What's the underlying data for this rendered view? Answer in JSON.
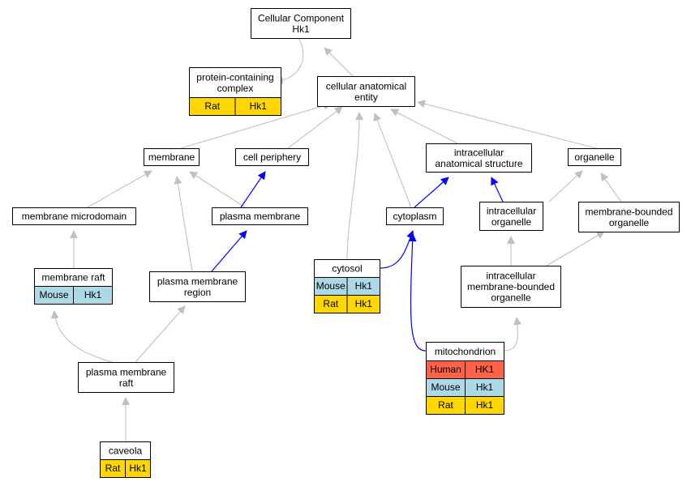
{
  "colors": {
    "edge_gray": "#c0c0c0",
    "edge_blue": "#0000ff",
    "human": "#ff6347",
    "mouse": "#add8e6",
    "rat": "#ffd700"
  },
  "nodes": {
    "cellular_component": [
      "Cellular Component",
      "Hk1"
    ],
    "protein_containing_complex": [
      "protein-containing",
      "complex"
    ],
    "cellular_anatomical_entity": [
      "cellular anatomical",
      "entity"
    ],
    "membrane": [
      "membrane"
    ],
    "cell_periphery": [
      "cell periphery"
    ],
    "intracellular_anatomical_structure": [
      "intracellular",
      "anatomical structure"
    ],
    "organelle": [
      "organelle"
    ],
    "membrane_microdomain": [
      "membrane microdomain"
    ],
    "plasma_membrane": [
      "plasma membrane"
    ],
    "cytoplasm": [
      "cytoplasm"
    ],
    "intracellular_organelle": [
      "intracellular",
      "organelle"
    ],
    "membrane_bounded_organelle": [
      "membrane-bounded",
      "organelle"
    ],
    "membrane_raft": [
      "membrane raft"
    ],
    "cytosol": [
      "cytosol"
    ],
    "plasma_membrane_region": [
      "plasma membrane",
      "region"
    ],
    "intracellular_membrane_bounded_organelle": [
      "intracellular",
      "membrane-bounded",
      "organelle"
    ],
    "mitochondrion": [
      "mitochondrion"
    ],
    "plasma_membrane_raft": [
      "plasma membrane",
      "raft"
    ],
    "caveola": [
      "caveola"
    ]
  },
  "annotations": {
    "protein_containing_complex": [
      [
        "Rat",
        "Hk1"
      ]
    ],
    "membrane_raft": [
      [
        "Mouse",
        "Hk1"
      ]
    ],
    "cytosol": [
      [
        "Mouse",
        "Hk1"
      ],
      [
        "Rat",
        "Hk1"
      ]
    ],
    "mitochondrion": [
      [
        "Human",
        "HK1"
      ],
      [
        "Mouse",
        "Hk1"
      ],
      [
        "Rat",
        "Hk1"
      ]
    ],
    "caveola": [
      [
        "Rat",
        "Hk1"
      ]
    ]
  }
}
